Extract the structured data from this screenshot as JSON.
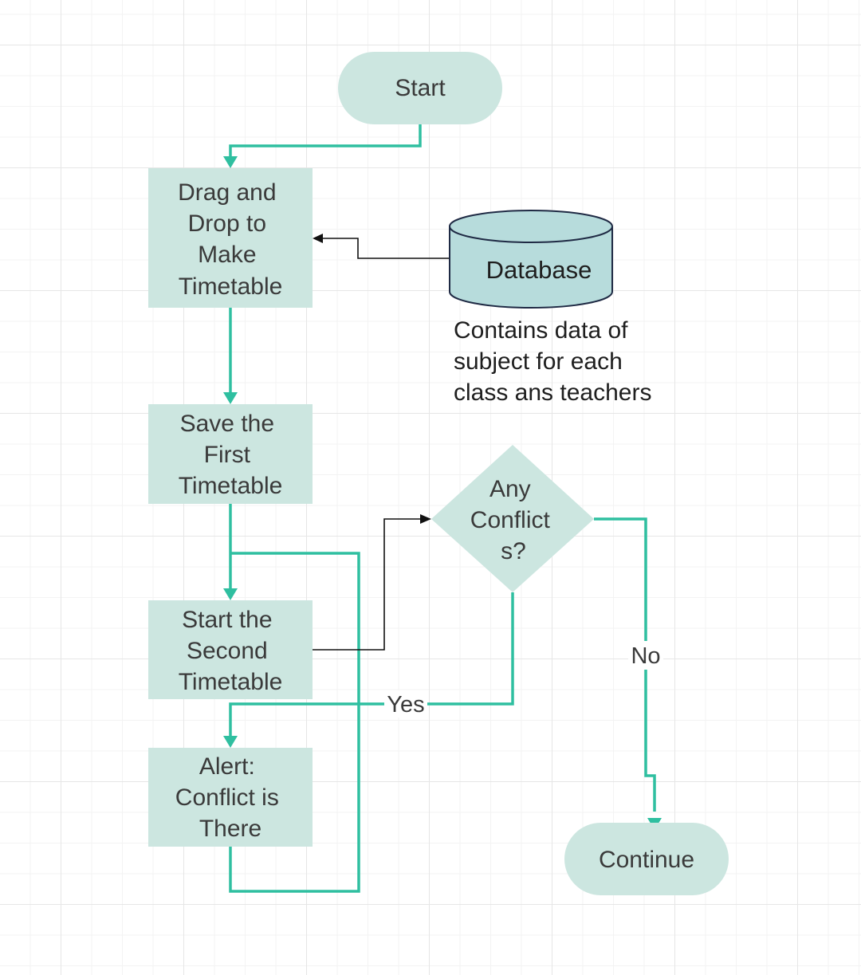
{
  "colors": {
    "node_fill": "#cce6e0",
    "database_fill": "#b7dcdc",
    "database_stroke": "#1f2a44",
    "flow_line": "#2fbfa0",
    "thin_line": "#111111",
    "text": "#3a3a3a"
  },
  "nodes": {
    "start": [
      "Start"
    ],
    "drag_drop": [
      "Drag and",
      "Drop to",
      "Make",
      "Timetable"
    ],
    "save_first": [
      "Save the",
      "First",
      "Timetable"
    ],
    "start_second": [
      "Start the",
      "Second",
      "Timetable"
    ],
    "alert": [
      "Alert:",
      "Conflict is",
      "There"
    ],
    "decision": [
      "Any",
      "Conflict",
      "s?"
    ],
    "continue": [
      "Continue"
    ],
    "database": [
      "Database"
    ]
  },
  "note": [
    "Contains data of",
    "subject for each",
    "class ans teachers"
  ],
  "edge_labels": {
    "yes": "Yes",
    "no": "No"
  }
}
